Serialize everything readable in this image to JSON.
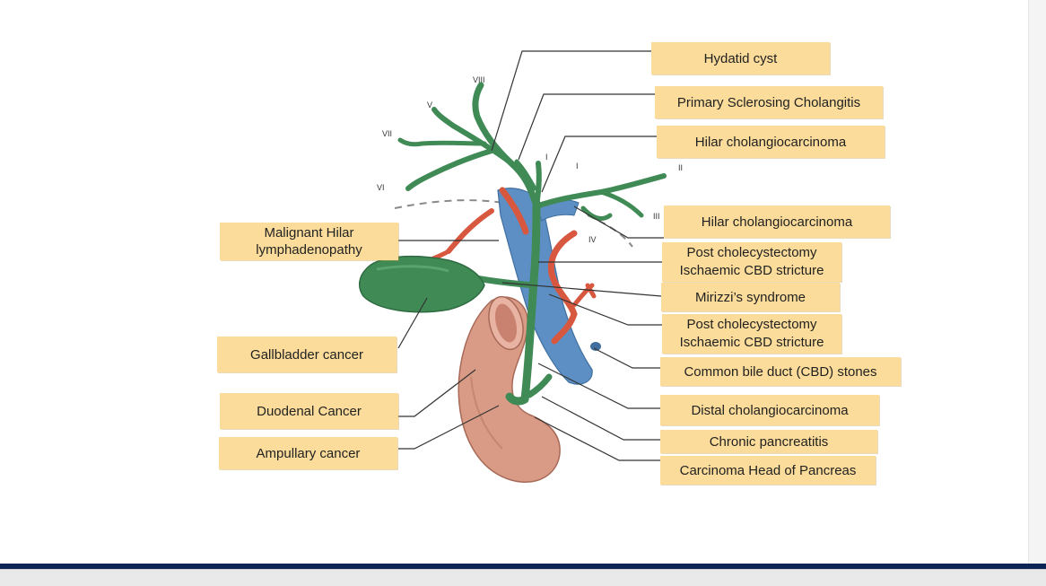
{
  "segments": {
    "s8": "VIII",
    "s5": "V",
    "s7": "VII",
    "s6": "VI",
    "s1a": "I",
    "s1b": "I",
    "s2": "II",
    "s3": "III",
    "s4": "IV"
  },
  "labels": {
    "hydatid_cyst": "Hydatid cyst",
    "psc": "Primary Sclerosing Cholangitis",
    "hilar_chol_1": "Hilar cholangiocarcinoma",
    "hilar_chol_2": "Hilar cholangiocarcinoma",
    "post_chole_1_line1": "Post cholecystectomy",
    "post_chole_1_line2": "Ischaemic CBD stricture",
    "mirizzi": "Mirizzi’s syndrome",
    "post_chole_2_line1": "Post cholecystectomy",
    "post_chole_2_line2": "Ischaemic CBD stricture",
    "cbd_stones": "Common bile duct (CBD) stones",
    "distal_chol": "Distal  cholangiocarcinoma",
    "chronic_panc": "Chronic pancreatitis",
    "carc_head_panc": "Carcinoma Head of Pancreas",
    "malig_hilar_line1": "Malignant Hilar",
    "malig_hilar_line2": "lymphadenopathy",
    "gallbladder_cancer": "Gallbladder cancer",
    "duodenal_cancer": "Duodenal Cancer",
    "ampullary_cancer": "Ampullary cancer"
  },
  "colors": {
    "label_fill": "#fbdc9a",
    "bile_duct": "#3f8a55",
    "portal_vein": "#5d8fc4",
    "artery": "#d8573f",
    "duodenum": "#d99b86",
    "leader_line": "#333333",
    "footer_rule": "#0e2454"
  }
}
